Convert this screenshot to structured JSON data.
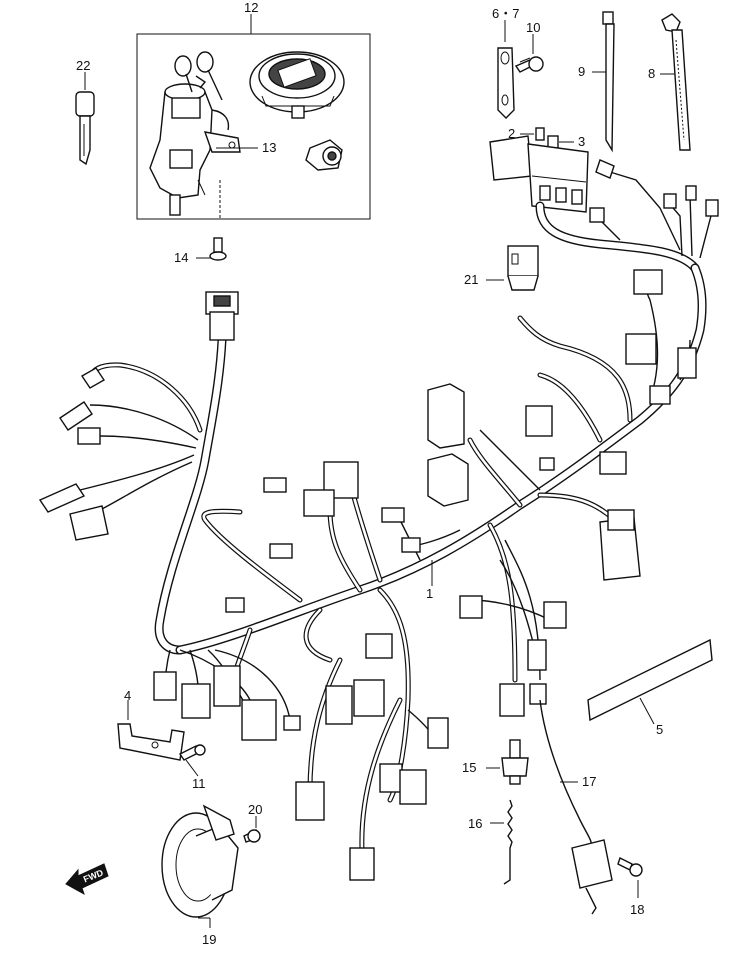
{
  "diagram": {
    "fwd_label": "FWD",
    "callouts": [
      {
        "id": "12",
        "text": "12"
      },
      {
        "id": "6-7",
        "text": "6・7"
      },
      {
        "id": "10",
        "text": "10"
      },
      {
        "id": "9",
        "text": "9"
      },
      {
        "id": "8",
        "text": "8"
      },
      {
        "id": "22",
        "text": "22"
      },
      {
        "id": "13",
        "text": "13"
      },
      {
        "id": "2",
        "text": "2"
      },
      {
        "id": "3",
        "text": "3"
      },
      {
        "id": "14",
        "text": "14"
      },
      {
        "id": "21",
        "text": "21"
      },
      {
        "id": "1",
        "text": "1"
      },
      {
        "id": "4",
        "text": "4"
      },
      {
        "id": "5",
        "text": "5"
      },
      {
        "id": "11",
        "text": "11"
      },
      {
        "id": "15",
        "text": "15"
      },
      {
        "id": "17",
        "text": "17"
      },
      {
        "id": "20",
        "text": "20"
      },
      {
        "id": "16",
        "text": "16"
      },
      {
        "id": "18",
        "text": "18"
      },
      {
        "id": "19",
        "text": "19"
      }
    ]
  }
}
